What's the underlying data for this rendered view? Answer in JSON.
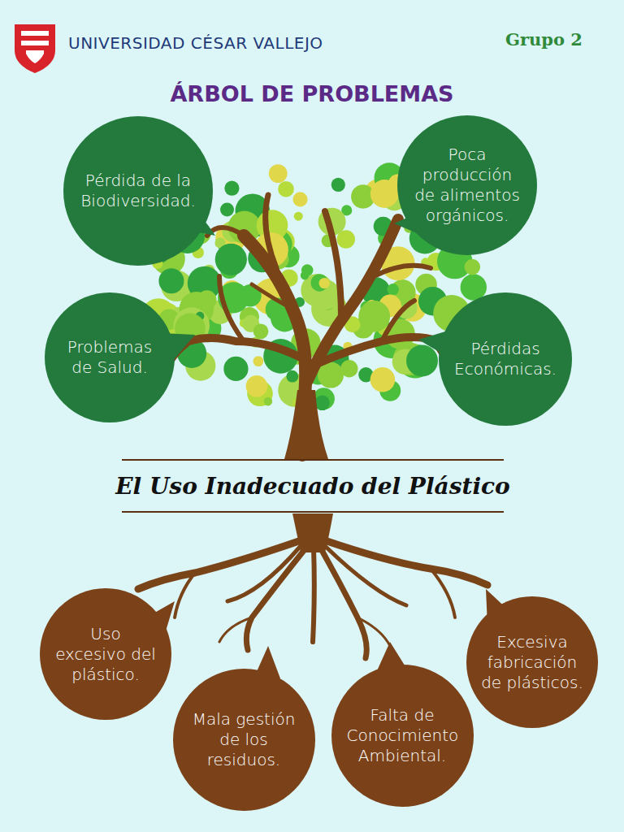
{
  "diagram": {
    "title": "ÁRBOL DE PROBLEMAS",
    "nodes": [
      {
        "text": [
          "Pérdida de la Biodiversidad."
        ]
      },
      {
        "text": [
          "Poca producción de alimentos orgánicos."
        ]
      },
      {
        "text": [
          "Problemas de Salud."
        ]
      },
      {
        "text": [
          "Pérdidas Económicas."
        ]
      },
      {
        "text": [
          "El Uso Inadecuado del Plástico"
        ]
      },
      {
        "text": [
          "Uso excesivo del plástico."
        ]
      },
      {
        "text": [
          "Excesiva fabricación de plásticos."
        ]
      },
      {
        "text": [
          "Mala gestión de los residuos."
        ]
      },
      {
        "text": [
          "Falta de Conocimiento Ambiental."
        ]
      }
    ],
    "labels": [
      "UNIVERSIDAD CÉSAR VALLEJO",
      "Grupo 2"
    ]
  }
}
